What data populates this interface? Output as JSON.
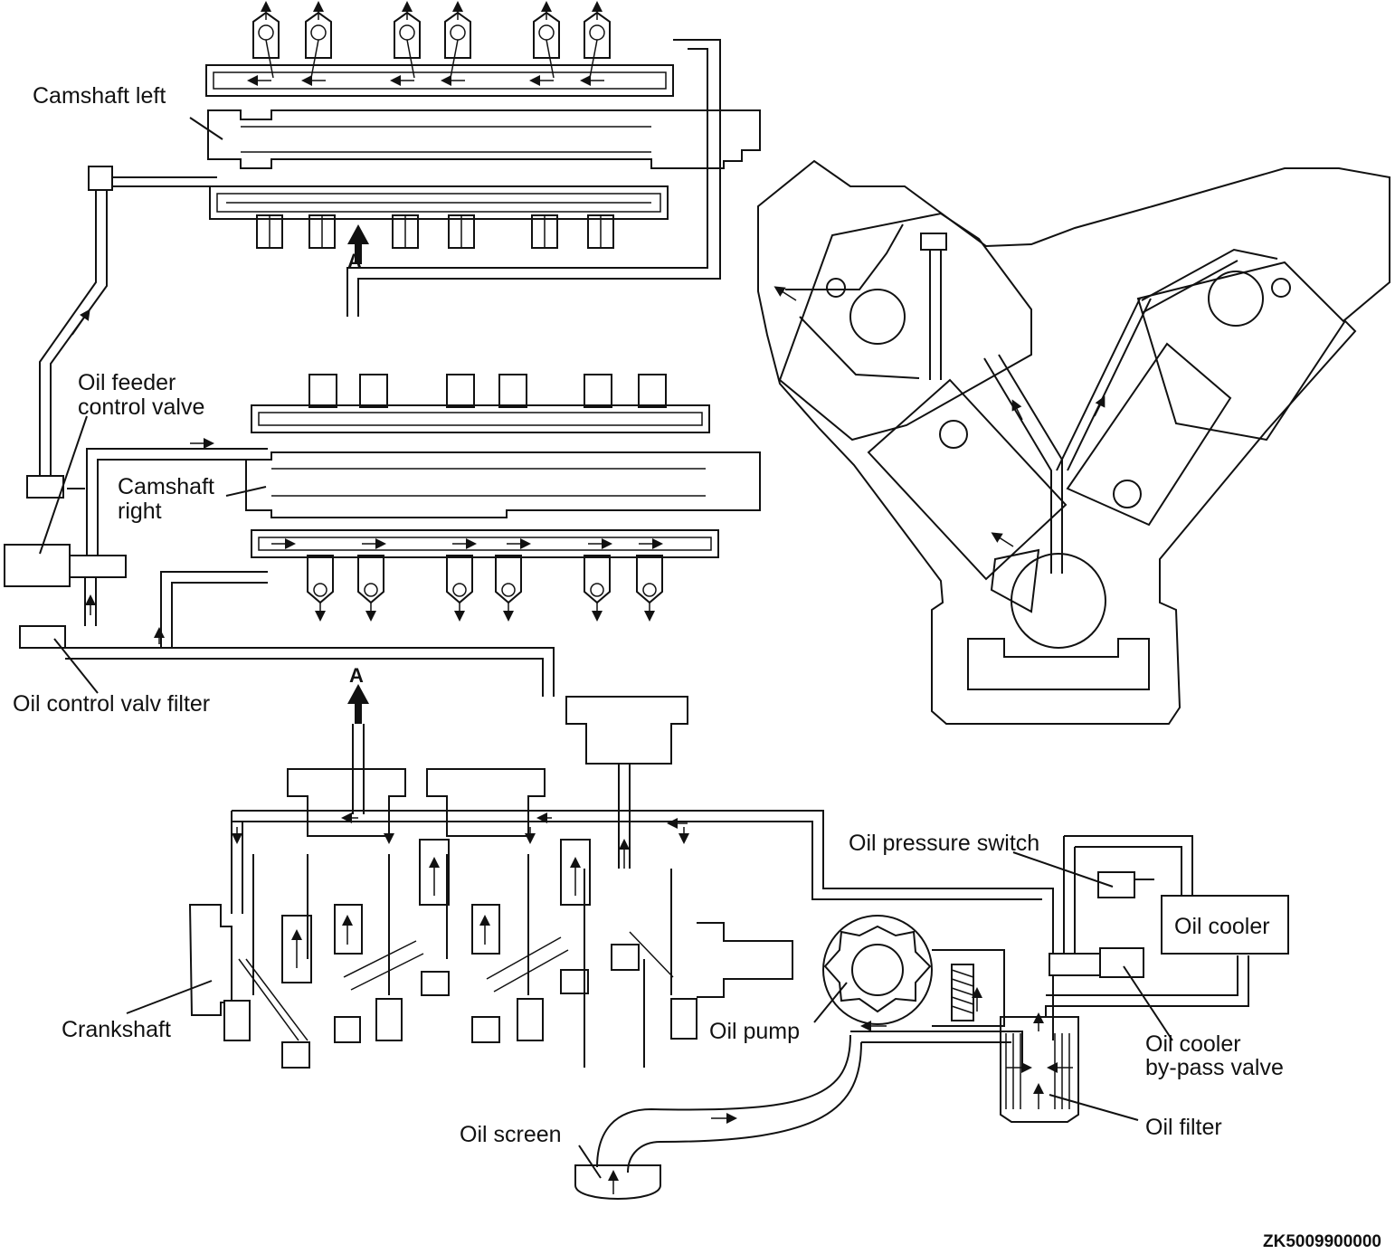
{
  "labels": {
    "camshaft_left": "Camshaft left",
    "oil_feeder_line1": "Oil feeder",
    "oil_feeder_line2": "control valve",
    "camshaft_right_line1": "Camshaft",
    "camshaft_right_line2": "right",
    "oil_control_valve_filter": "Oil control valv filter",
    "crankshaft": "Crankshaft",
    "oil_pump": "Oil pump",
    "oil_screen": "Oil screen",
    "oil_pressure_switch": "Oil pressure switch",
    "oil_cooler": "Oil cooler",
    "oil_cooler_bypass_line1": "Oil cooler",
    "oil_cooler_bypass_line2": "by-pass valve",
    "oil_filter": "Oil filter"
  },
  "markers": {
    "upper_a": "A",
    "lower_a": "A"
  },
  "figure_code": "ZK5009900000",
  "colors": {
    "ink": "#111111",
    "background": "#ffffff"
  }
}
